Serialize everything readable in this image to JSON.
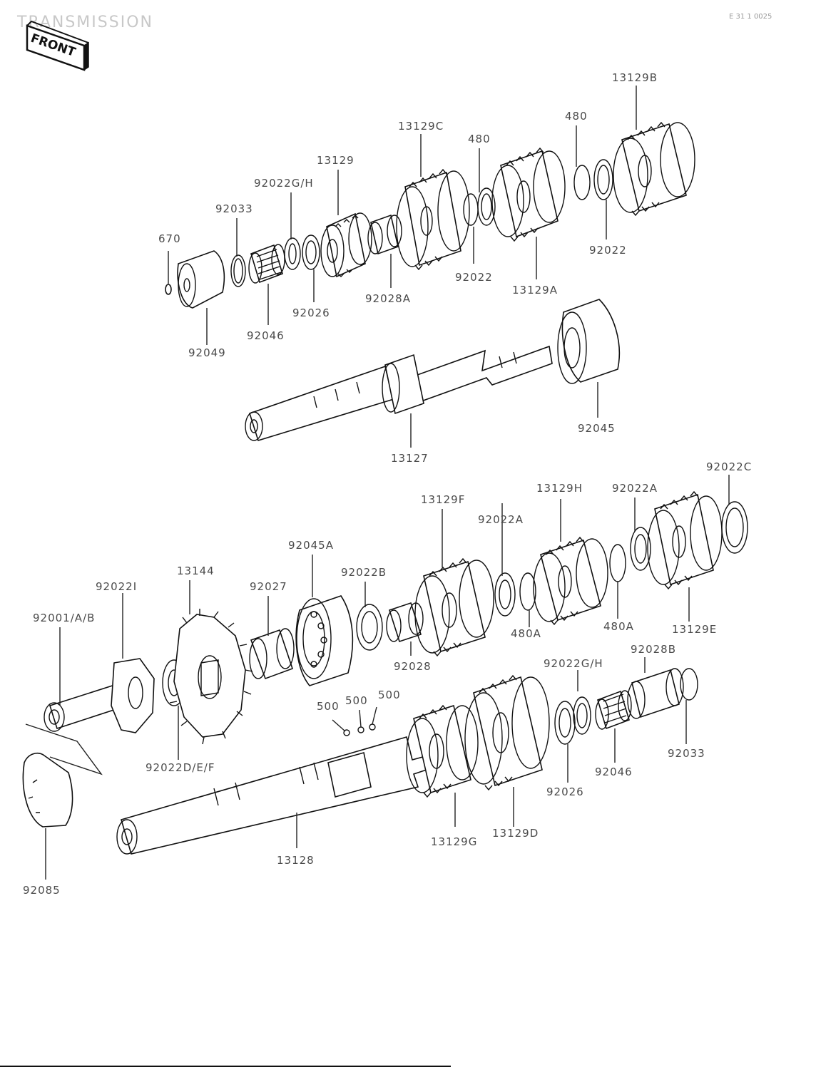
{
  "header": {
    "title": "TRANSMISSION",
    "code": "E 31 1 0025"
  },
  "front_badge": "FRONT",
  "labels": {
    "p670": "670",
    "p92033_top": "92033",
    "p92022G_H_top": "92022G/H",
    "p13129": "13129",
    "p13129C": "13129C",
    "p480_top_a": "480",
    "p480_top_b": "480",
    "p13129B": "13129B",
    "p92022_top_right": "92022",
    "p92022_top_mid": "92022",
    "p13129A": "13129A",
    "p92028A": "92028A",
    "p92026_top": "92026",
    "p92046_top": "92046",
    "p92049": "92049",
    "p92045": "92045",
    "p13127": "13127",
    "p92022C": "92022C",
    "p13129H": "13129H",
    "p92022A_right": "92022A",
    "p13129F": "13129F",
    "p92022A_mid": "92022A",
    "p92045A": "92045A",
    "p92022B": "92022B",
    "p13144": "13144",
    "p92027": "92027",
    "p92022I": "92022I",
    "p92001": "92001/A/B",
    "p480A_a": "480A",
    "p480A_b": "480A",
    "p13129E": "13129E",
    "p92028": "92028",
    "p92022G_H_bottom": "92022G/H",
    "p92028B": "92028B",
    "p500_a": "500",
    "p500_b": "500",
    "p500_c": "500",
    "p92022D_E_F": "92022D/E/F",
    "p92033_bottom": "92033",
    "p92046_bottom": "92046",
    "p92026_bottom": "92026",
    "p13129G": "13129G",
    "p13129D": "13129D",
    "p13128": "13128",
    "p92085": "92085"
  }
}
